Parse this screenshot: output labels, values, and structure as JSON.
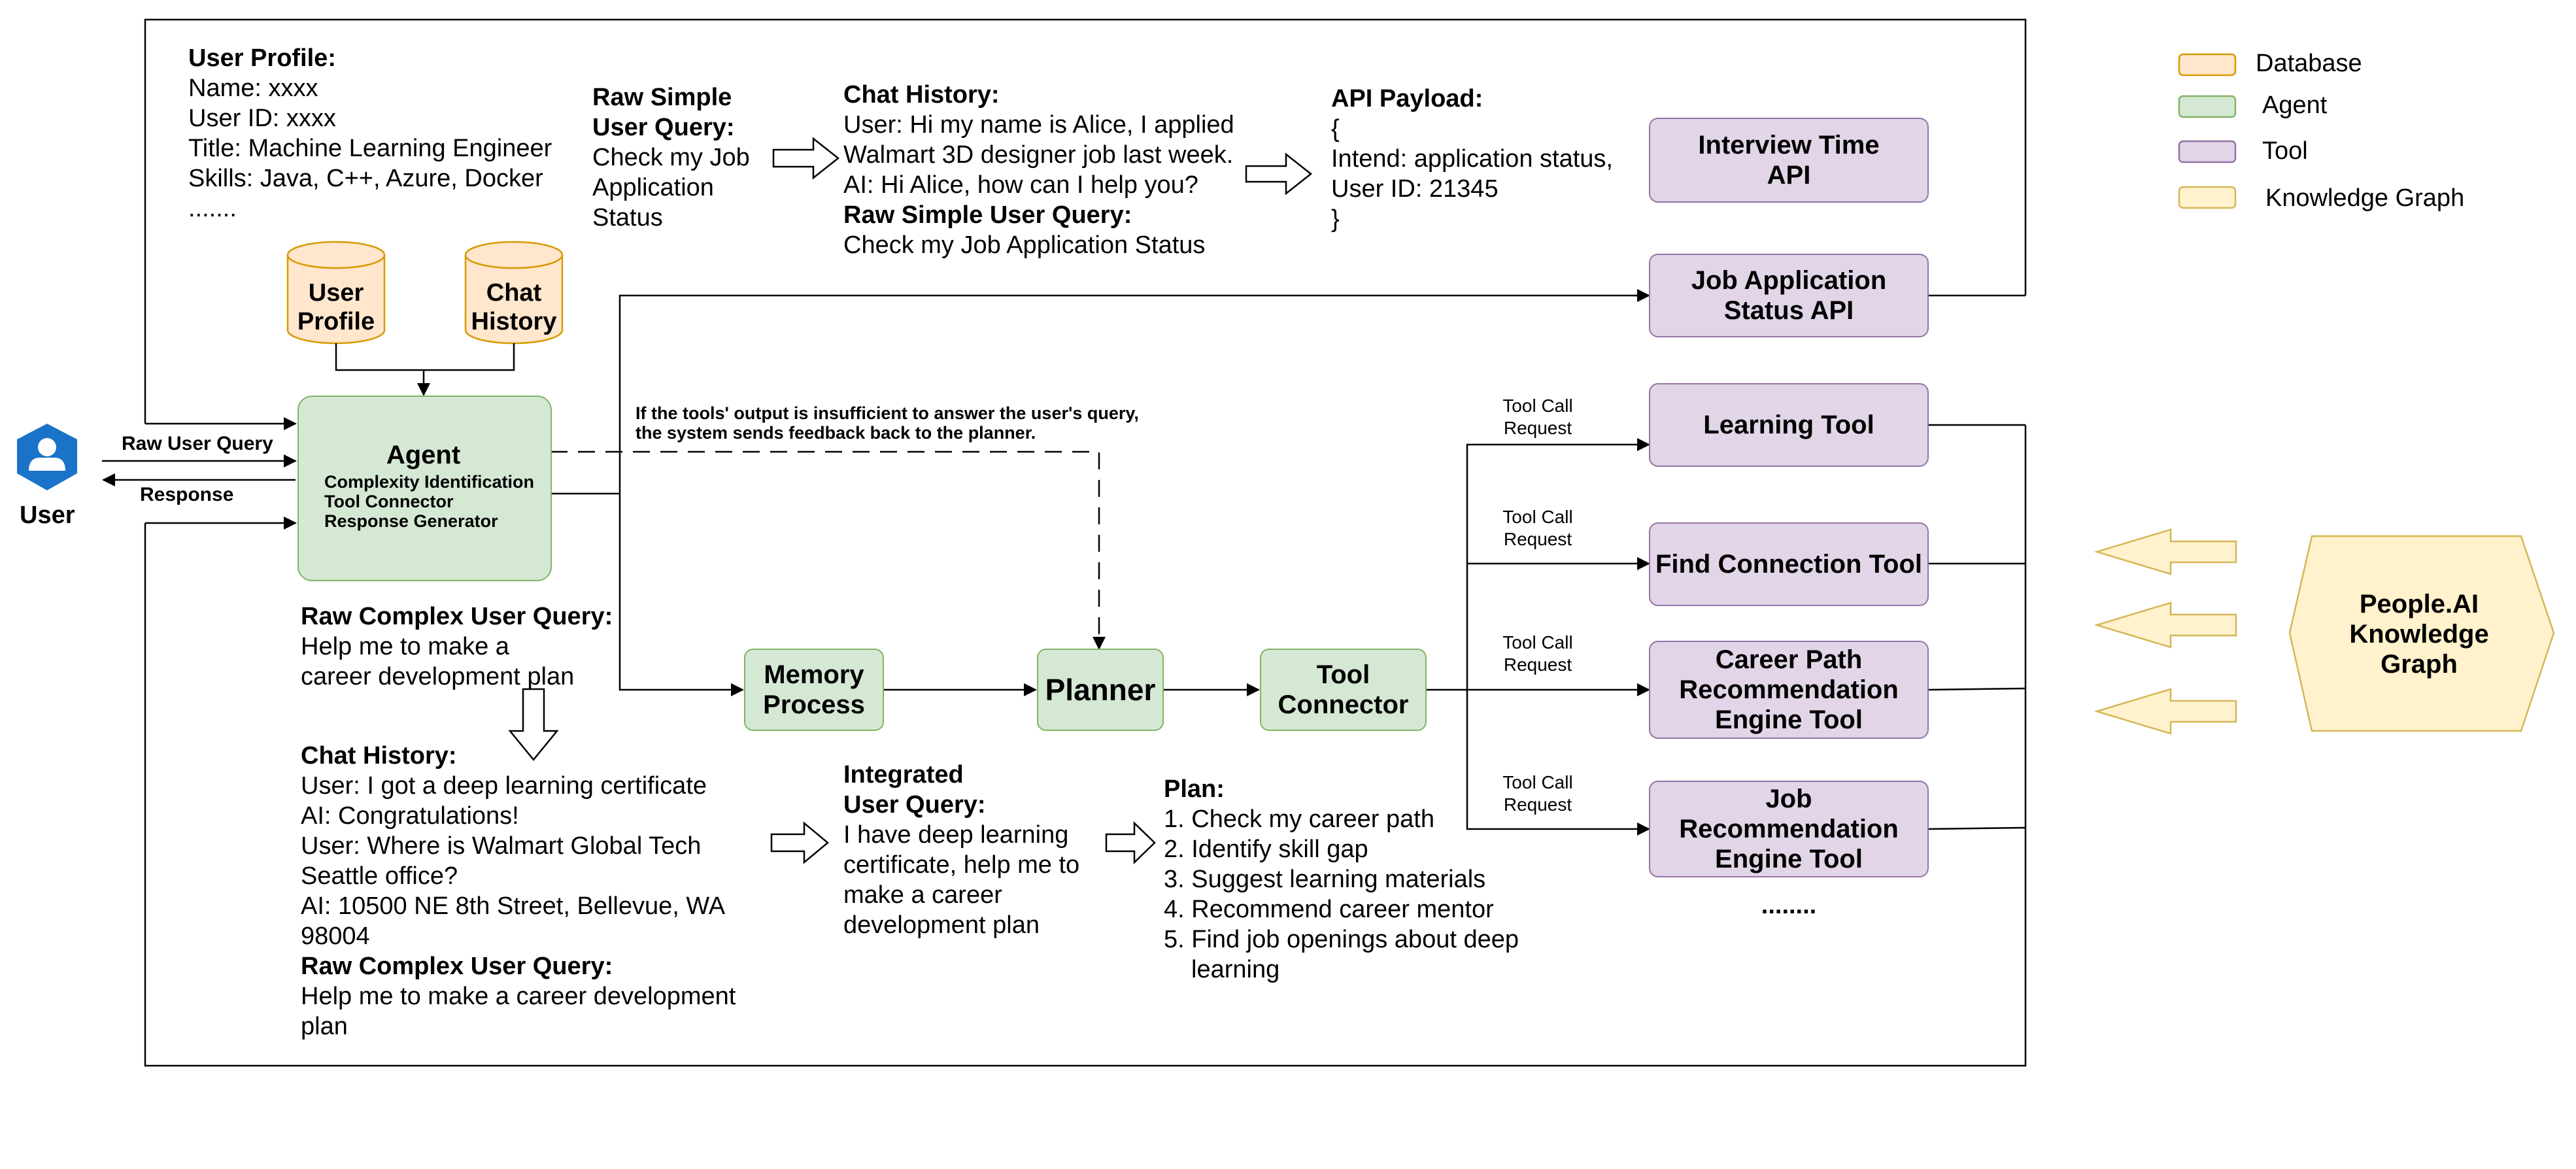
{
  "legend": {
    "items": [
      {
        "label": "Database",
        "fill": "#ffe6cc",
        "stroke": "#d79b00"
      },
      {
        "label": "Agent",
        "fill": "#d5e8d4",
        "stroke": "#82b366"
      },
      {
        "label": "Tool",
        "fill": "#e1d5e7",
        "stroke": "#9673a6"
      },
      {
        "label": "Knowledge Graph",
        "fill": "#fff2cc",
        "stroke": "#d6b656"
      }
    ]
  },
  "user": {
    "label": "User",
    "icon_color": "#1a73c9",
    "raw_query_label": "Raw User Query",
    "response_label": "Response"
  },
  "profile_block": {
    "title": "User Profile:",
    "lines": [
      "Name: xxxx",
      "User ID: xxxx",
      "Title: Machine Learning Engineer",
      "Skills: Java, C++, Azure, Docker",
      "......."
    ]
  },
  "databases": {
    "user_profile": "User Profile",
    "chat_history": "Chat History"
  },
  "agent": {
    "title": "Agent",
    "subitems": [
      "Complexity Identification",
      "Tool Connector",
      "Response Generator"
    ]
  },
  "feedback_note": {
    "line1": "If the tools' output is insufficient to answer the user's query,",
    "line2": "the system sends feedback back to the planner."
  },
  "simple_query": {
    "title": "Raw Simple User Query:",
    "text": "Check my Job Application Status"
  },
  "simple_chat": {
    "title": "Chat History:",
    "lines": [
      "User: Hi my name is Alice, I applied",
      "Walmart 3D designer job last week.",
      "AI: Hi Alice, how can I help you?"
    ],
    "query_title": "Raw Simple User Query:",
    "query_text": "Check my Job Application Status"
  },
  "api_payload": {
    "title": "API Payload:",
    "lines": [
      "{",
      "Intend: application status,",
      "User ID: 21345",
      "}"
    ]
  },
  "apis": {
    "interview_time": "Interview Time API",
    "job_status": "Job Application Status API"
  },
  "tools": {
    "learning": "Learning Tool",
    "find_connection": "Find Connection Tool",
    "career_path": "Career Path Recommendation Engine Tool",
    "job_recommendation": "Job Recommendation Engine Tool",
    "ellipsis": "........",
    "request_label": "Tool Call Request"
  },
  "pipeline": {
    "memory": "Memory Process",
    "planner": "Planner",
    "connector": "Tool Connector"
  },
  "complex_query": {
    "title": "Raw Complex User Query:",
    "text": "Help me to make a career development plan"
  },
  "complex_chat": {
    "title": "Chat History:",
    "lines": [
      "User: I got a deep learning certificate",
      "AI: Congratulations!",
      "User: Where is Walmart Global Tech Seattle office?",
      "AI: 10500 NE 8th Street, Bellevue, WA 98004"
    ],
    "query_title": "Raw Complex User Query:",
    "query_text": "Help me to make a career development plan"
  },
  "integrated_query": {
    "title": "Integrated User Query:",
    "text": "I have deep learning certificate, help me to make a career development plan"
  },
  "plan": {
    "title": "Plan:",
    "steps": [
      "1. Check my career path",
      "2. Identify skill gap",
      "3. Suggest learning materials",
      "4. Recommend career mentor",
      "5. Find job openings about deep learning"
    ]
  },
  "knowledge_graph": {
    "label": "People.AI Knowledge Graph"
  }
}
